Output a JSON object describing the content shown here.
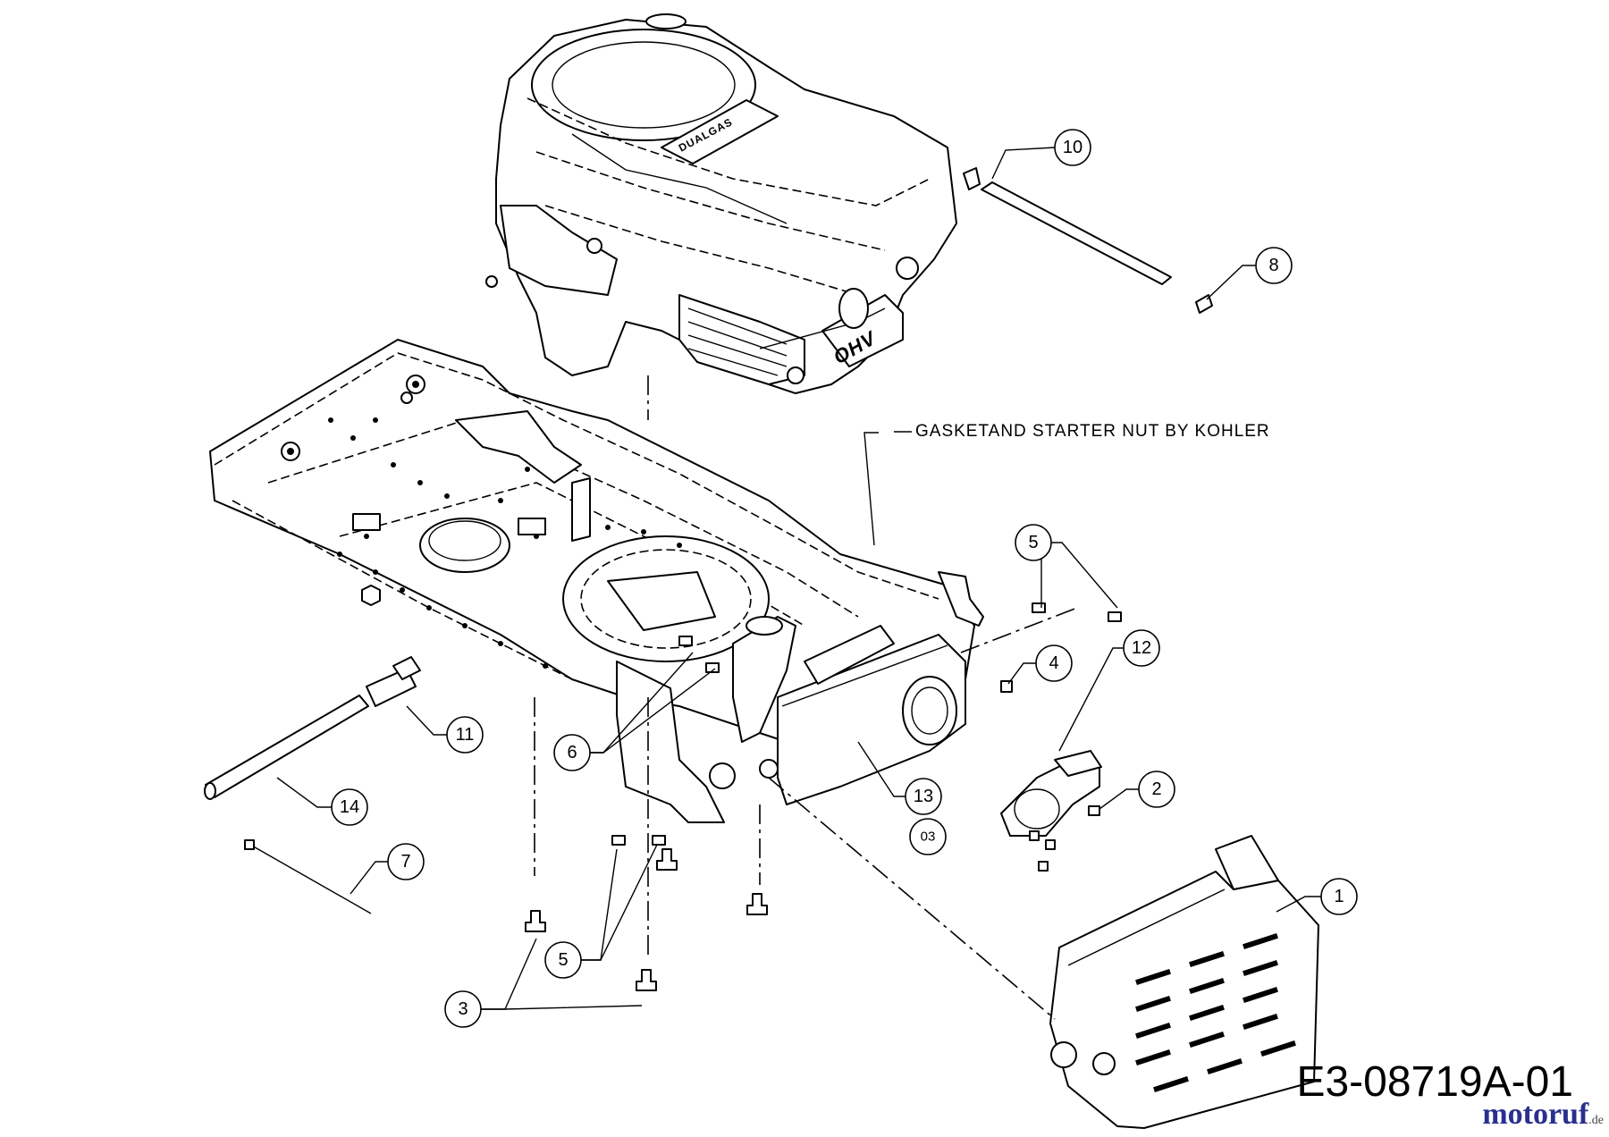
{
  "diagram": {
    "note": "GASKETAND STARTER  NUT BY  KOHLER",
    "engine_label_top": "DUALGAS",
    "engine_label_side": "OHV",
    "drawing_code": "E3-08719A-01",
    "callouts": [
      "1",
      "2",
      "3",
      "4",
      "5",
      "6",
      "7",
      "8",
      "10",
      "11",
      "12",
      "13",
      "14",
      "5",
      "3",
      "03"
    ],
    "watermark": "motoruf",
    "watermark_suffix": ".de"
  }
}
